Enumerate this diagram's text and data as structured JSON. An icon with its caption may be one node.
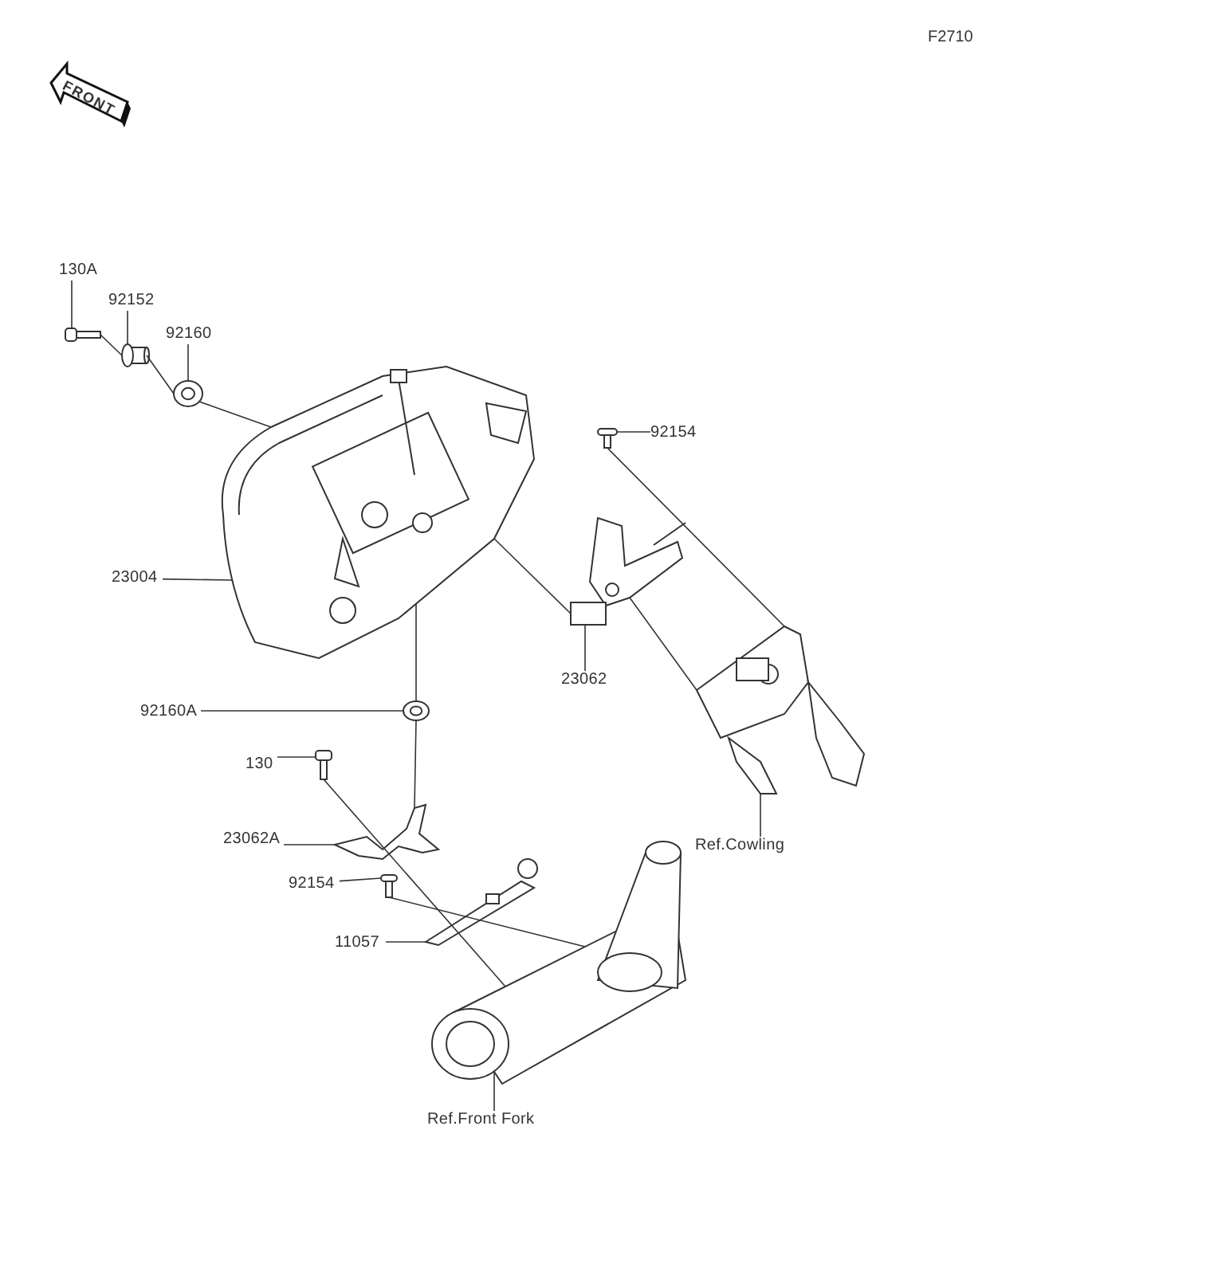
{
  "diagram": {
    "nodes": [
      {
        "text": [
          "130A"
        ]
      },
      {
        "text": [],
        "shape": "picture"
      },
      {
        "text": [
          "92152"
        ]
      },
      {
        "text": [],
        "shape": "cylinder"
      },
      {
        "text": [
          "92160"
        ]
      },
      {
        "text": [],
        "shape": "picture"
      },
      {
        "text": [
          "23004"
        ]
      },
      {
        "text": [],
        "shape": "picture"
      },
      {
        "text": [
          "92154"
        ]
      },
      {
        "text": [],
        "shape": "picture"
      },
      {
        "text": [
          "23062"
        ]
      },
      {
        "text": [],
        "shape": "picture"
      },
      {
        "text": [
          "92160A"
        ]
      },
      {
        "text": [],
        "shape": "picture"
      },
      {
        "text": [
          "130"
        ]
      },
      {
        "text": [],
        "shape": "picture"
      },
      {
        "text": [
          "23062A"
        ]
      },
      {
        "text": [],
        "shape": "picture"
      },
      {
        "text": [
          "92154"
        ]
      },
      {
        "text": [],
        "shape": "picture"
      },
      {
        "text": [
          "11057"
        ]
      },
      {
        "text": [],
        "shape": "picture"
      },
      {
        "text": [
          "Ref.Cowling"
        ]
      },
      {
        "text": [],
        "shape": "picture"
      },
      {
        "text": [
          "Ref.Front Fork"
        ]
      },
      {
        "text": [],
        "shape": "picture"
      }
    ],
    "edges": [
      {
        "from": 0,
        "to": 1,
        "arrow": "none"
      },
      {
        "from": 2,
        "to": 3,
        "arrow": "none"
      },
      {
        "from": 4,
        "to": 5,
        "arrow": "none"
      },
      {
        "from": 6,
        "to": 7,
        "arrow": "none"
      },
      {
        "from": 8,
        "to": 9,
        "arrow": "none"
      },
      {
        "from": 10,
        "to": 11,
        "arrow": "none"
      },
      {
        "from": 12,
        "to": 13,
        "arrow": "none"
      },
      {
        "from": 14,
        "to": 15,
        "arrow": "none"
      },
      {
        "from": 16,
        "to": 17,
        "arrow": "none"
      },
      {
        "from": 18,
        "to": 19,
        "arrow": "none"
      },
      {
        "from": 20,
        "to": 21,
        "arrow": "none"
      },
      {
        "from": 22,
        "to": 23,
        "arrow": "none"
      },
      {
        "from": 24,
        "to": 25,
        "arrow": "none"
      },
      {
        "from": 1,
        "to": 3,
        "arrow": "none"
      },
      {
        "from": 3,
        "to": 5,
        "arrow": "none"
      },
      {
        "from": 5,
        "to": 7,
        "arrow": "none"
      },
      {
        "from": 7,
        "to": 11,
        "arrow": "none"
      },
      {
        "from": 9,
        "to": 23,
        "arrow": "none"
      },
      {
        "from": 11,
        "to": 23,
        "arrow": "none"
      },
      {
        "from": 7,
        "to": 13,
        "arrow": "none"
      },
      {
        "from": 13,
        "to": 17,
        "arrow": "none"
      },
      {
        "from": 15,
        "to": 25,
        "arrow": "none"
      },
      {
        "from": 19,
        "to": 25,
        "arrow": "none"
      }
    ],
    "labels": [
      "F2710",
      "FRONT"
    ]
  }
}
